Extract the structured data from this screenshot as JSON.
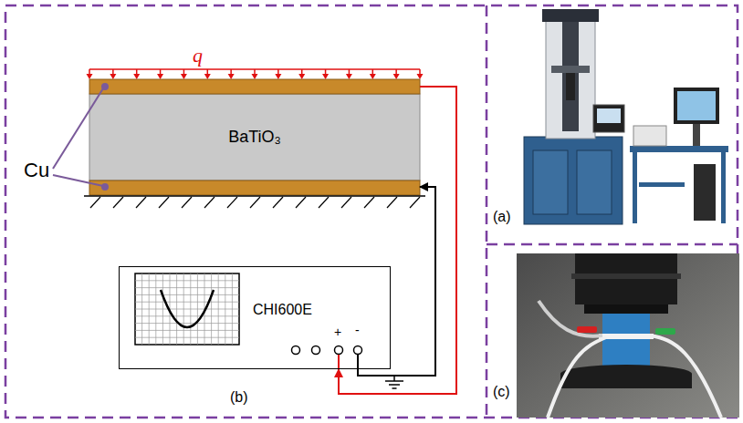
{
  "diagram": {
    "nodes": [
      {
        "text": [
          "BaTiO₃"
        ]
      },
      {
        "text": [
          "CHI600E",
          "+",
          "-"
        ]
      }
    ],
    "edges": [
      {
        "from": 0,
        "to": 1,
        "arrow": "to"
      },
      {
        "from": 1,
        "to": 0,
        "arrow": "to"
      }
    ],
    "labels": [
      "q",
      "Cu",
      "(b)",
      "(a)",
      "(c)"
    ]
  }
}
